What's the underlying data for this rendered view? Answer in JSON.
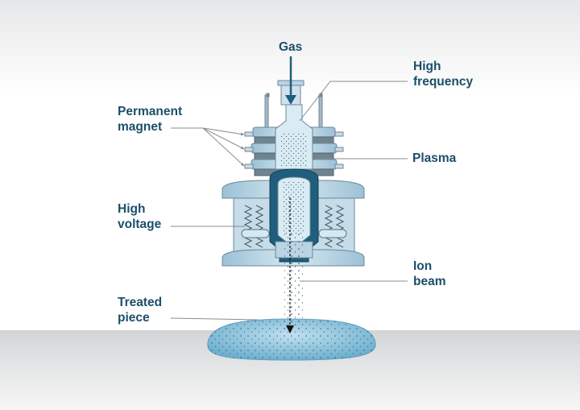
{
  "labels": {
    "gas": "Gas",
    "high_frequency": "High\nfrequency",
    "permanent_magnet": "Permanent\nmagnet",
    "plasma": "Plasma",
    "high_voltage": "High\nvoltage",
    "ion_beam": "Ion\nbeam",
    "treated_piece": "Treated\npiece"
  },
  "colors": {
    "label_text": "#1c4f6a",
    "leader_line": "#8a8d90",
    "casing_fill": "#b9d4e4",
    "casing_dark": "#1f5e7d",
    "outline": "#6d8797",
    "magnet_fill": "#8a9aa3",
    "workpiece": "#8ec3dc"
  }
}
